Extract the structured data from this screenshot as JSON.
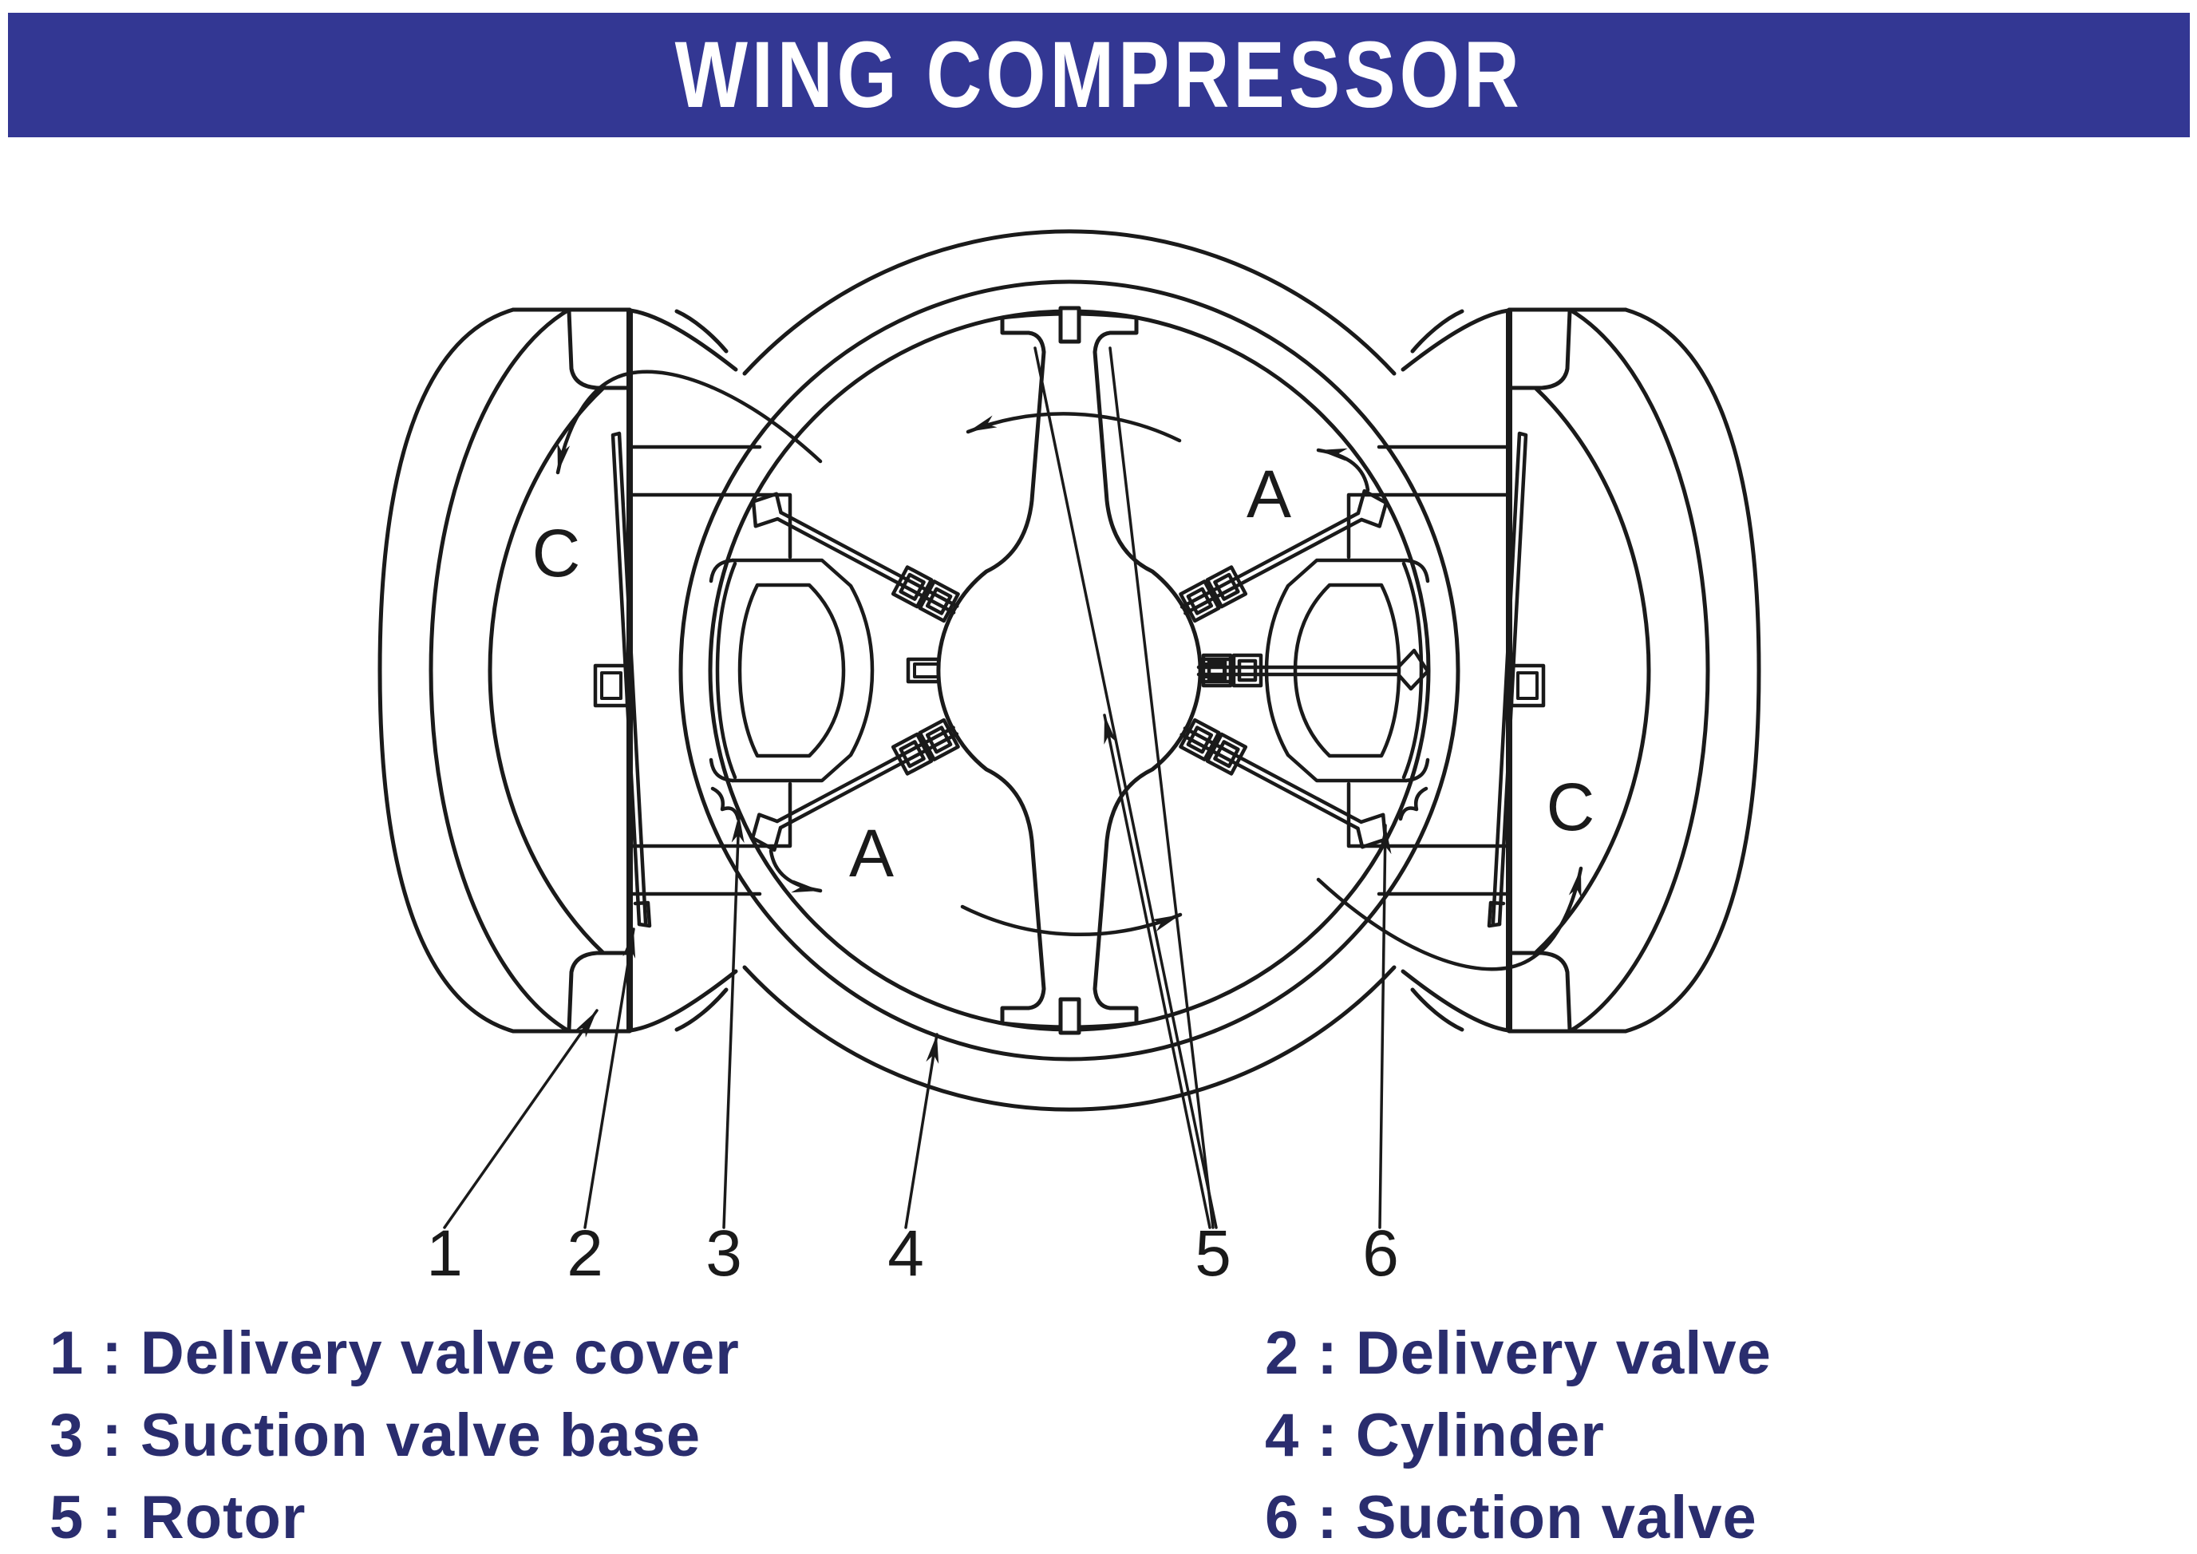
{
  "header": {
    "title": "WING COMPRESSOR",
    "bg_color": "#333793",
    "text_color": "#ffffff"
  },
  "diagram": {
    "line_color": "#1a1a1a",
    "section_labels": {
      "a_top_right": "A",
      "a_bottom_left": "A",
      "c_left": "C",
      "c_right": "C"
    },
    "callouts": {
      "n1": "1",
      "n2": "2",
      "n3": "3",
      "n4": "4",
      "n5": "5",
      "n6": "6"
    }
  },
  "legend": {
    "text_color": "#2A2D6E",
    "items": [
      {
        "num": "1",
        "sep": ":",
        "name": "Delivery valve cover"
      },
      {
        "num": "2",
        "sep": ":",
        "name": "Delivery valve"
      },
      {
        "num": "3",
        "sep": ":",
        "name": "Suction valve base"
      },
      {
        "num": "4",
        "sep": ":",
        "name": "Cylinder"
      },
      {
        "num": "5",
        "sep": ":",
        "name": "Rotor"
      },
      {
        "num": "6",
        "sep": ":",
        "name": "Suction valve"
      }
    ]
  }
}
